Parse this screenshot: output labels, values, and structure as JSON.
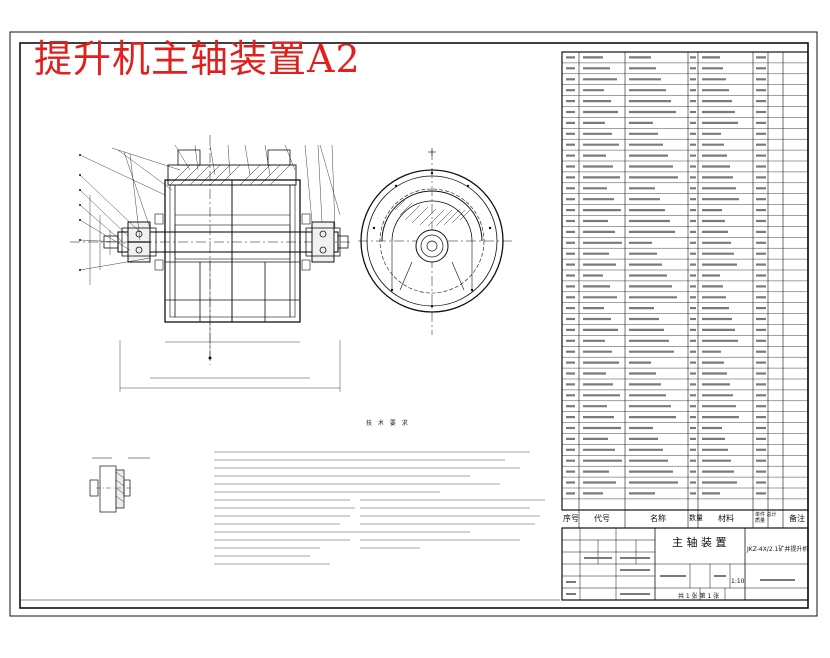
{
  "drawing": {
    "title_overlay": "提升机主轴装置A2",
    "accent_color": "#e0201d",
    "line_color": "#111111"
  },
  "notes": {
    "heading": "技 术 要 求"
  },
  "bom_header": {
    "seq": "序号",
    "code": "代号",
    "name": "名称",
    "qty": "数量",
    "material": "材料",
    "mass": "单件 总计 质量",
    "remark": "备注"
  },
  "title_block": {
    "assembly_name": "主 轴 装 置",
    "drawing_no": "JKZ-4X/2.1矿井提升机",
    "scale": "1:10",
    "sheet_info": "共 1 张 第 1 张"
  }
}
